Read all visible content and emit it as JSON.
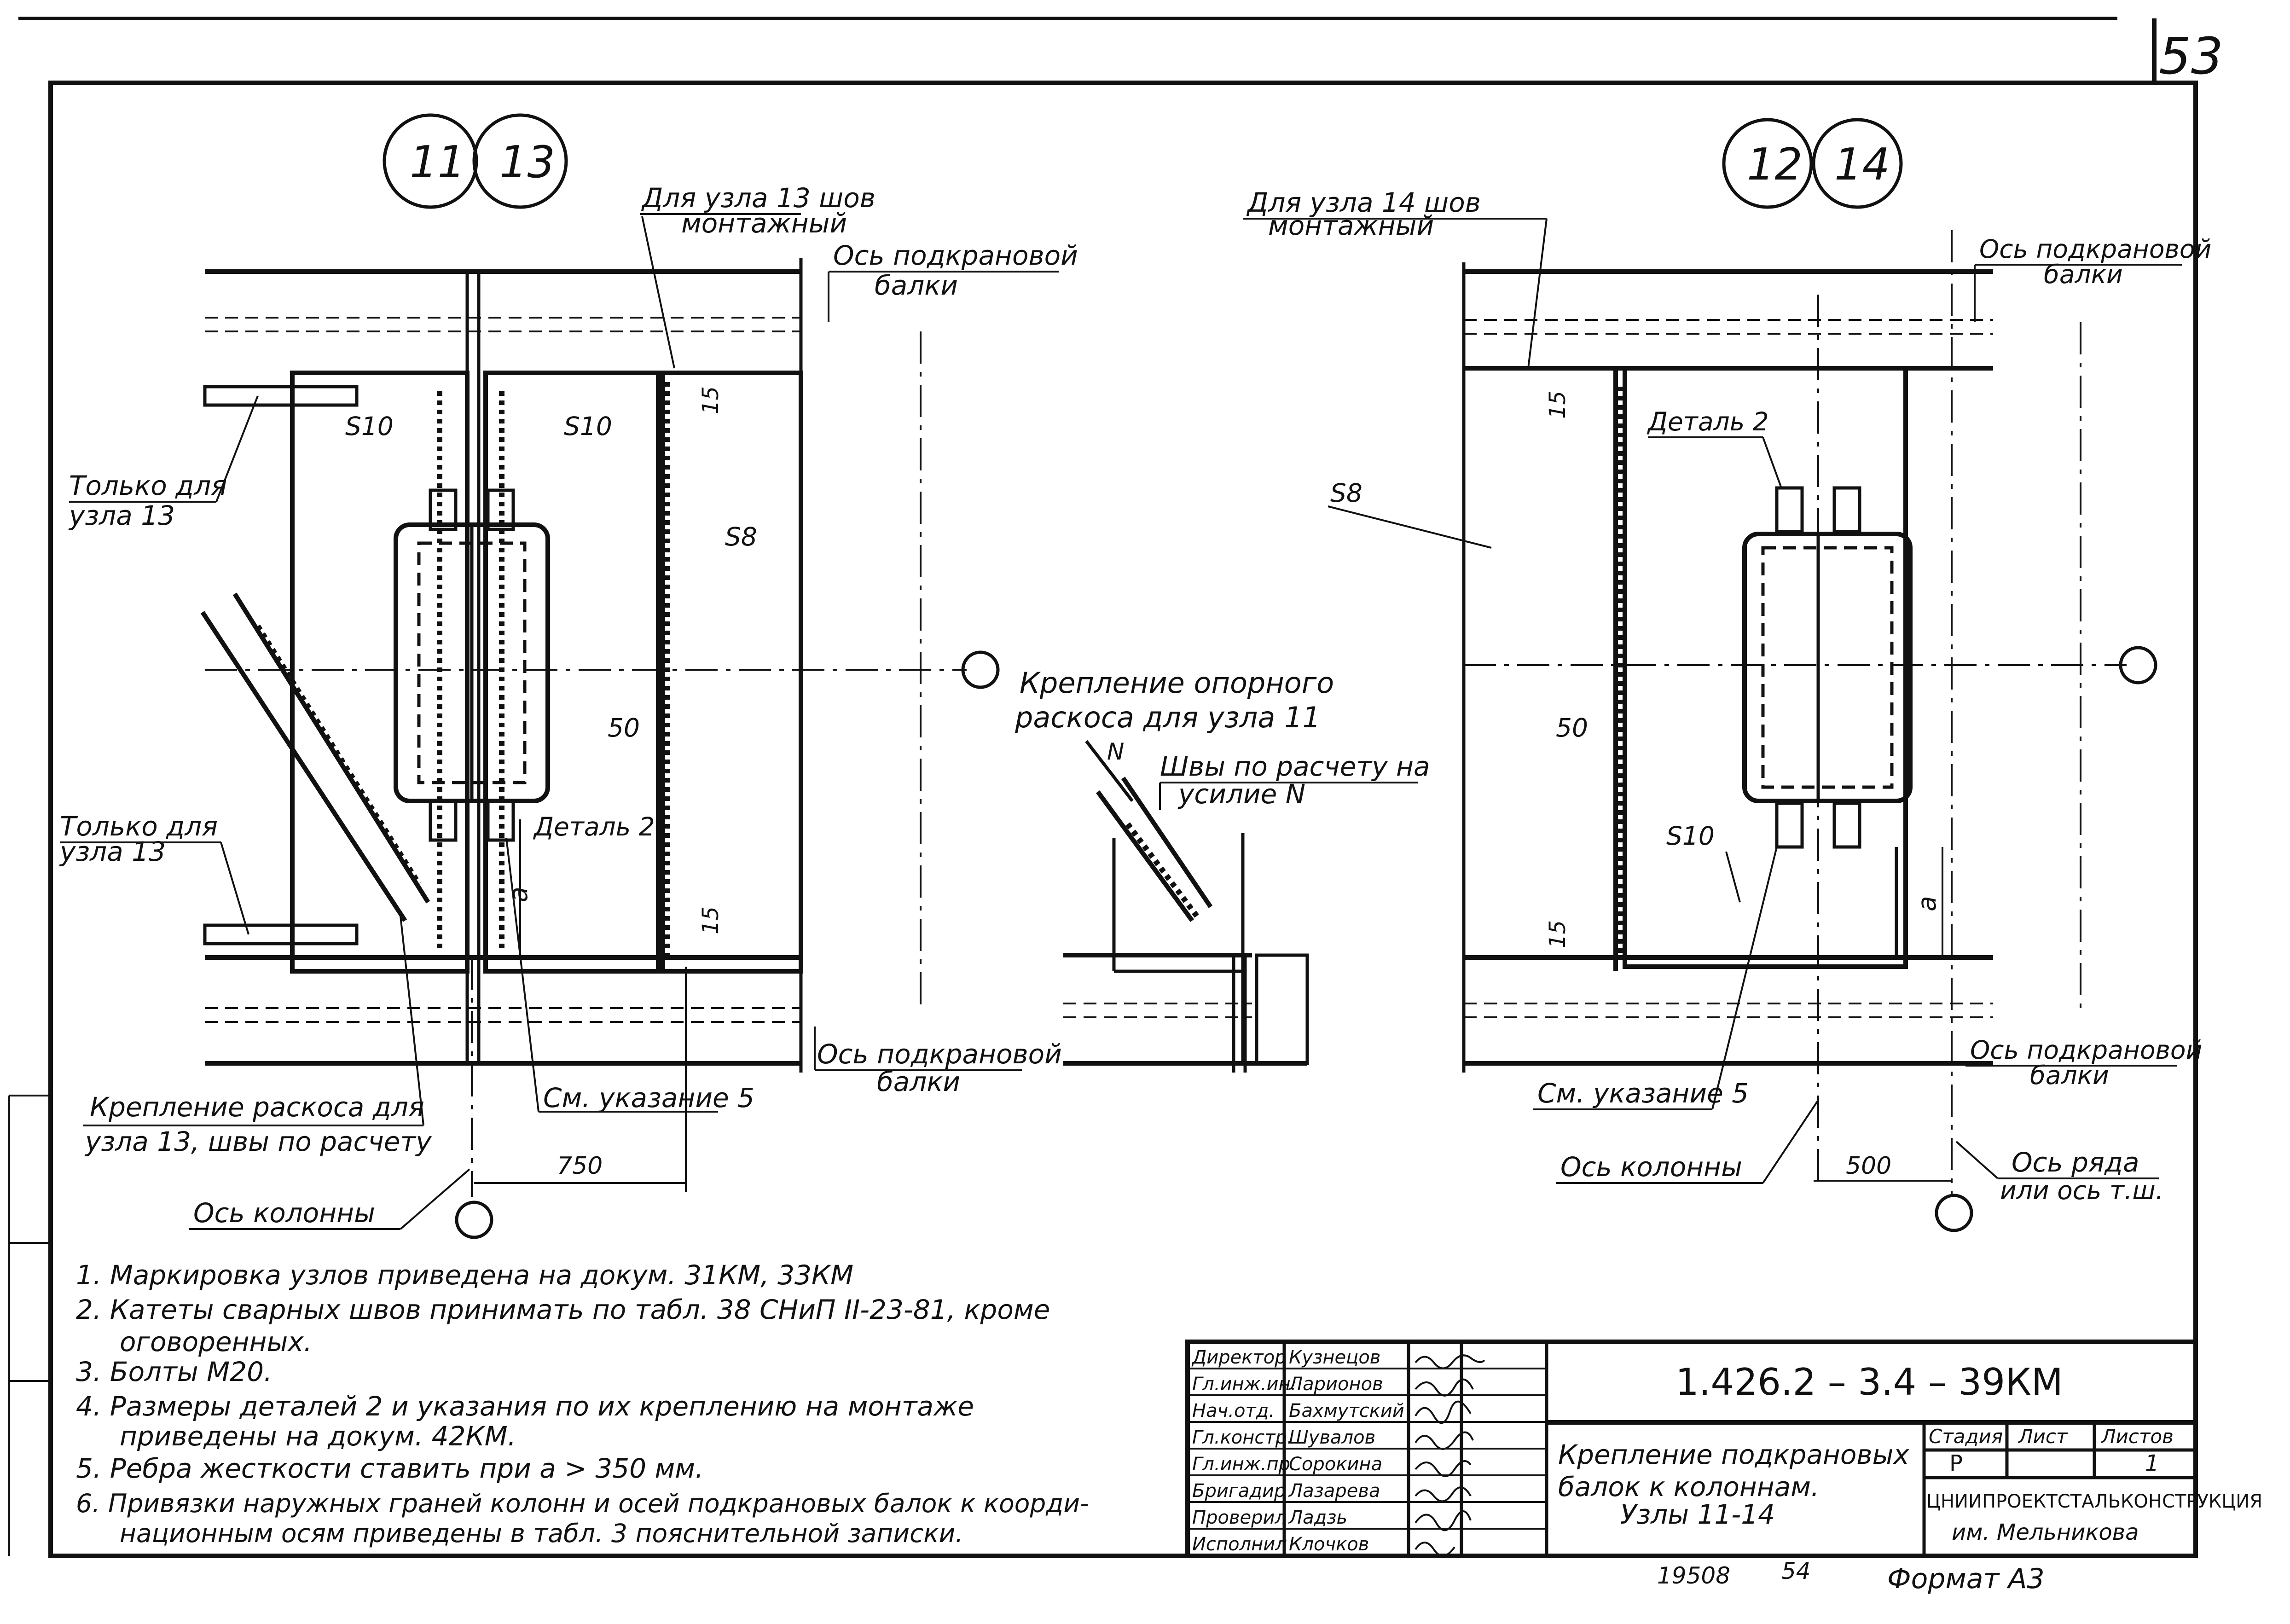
{
  "page": {
    "sheet_number": "53",
    "format": "Формат А3",
    "bottom_numbers": [
      "19508",
      "54"
    ]
  },
  "left_detail": {
    "node_a": "11",
    "node_b": "13",
    "seam_note_1": "Для узла 13 шов",
    "seam_note_2": "монтажный",
    "beam_axis_top_1": "Ось подкрановой",
    "beam_axis_top_2": "балки",
    "plate_s10_a": "S10",
    "plate_s10_b": "S10",
    "plate_s8": "S8",
    "only_node13_top_1": "Только для",
    "only_node13_top_2": "узла 13",
    "only_node13_bottom_1": "Только для",
    "only_node13_bottom_2": "узла 13",
    "dim_15_top": "15",
    "dim_15_bottom": "15",
    "dim_50": "50",
    "detail2": "Деталь 2",
    "dim_a": "a",
    "beam_axis_bottom_1": "Ось подкрановой",
    "beam_axis_bottom_2": "балки",
    "see_note5": "См. указание 5",
    "brace_note_1": "Крепление раскоса для",
    "brace_note_2": "узла 13, швы по расчету",
    "dim_750": "750",
    "column_axis": "Ось колонны"
  },
  "middle_detail": {
    "title_1": "Крепление опорного",
    "title_2": "раскоса для узла 11",
    "welds_1": "Швы по расчету на",
    "welds_2": "усилие N",
    "force": "N"
  },
  "right_detail": {
    "node_a": "12",
    "node_b": "14",
    "seam_note_1": "Для узла 14 шов",
    "seam_note_2": "монтажный",
    "beam_axis_top_1": "Ось подкрановой",
    "beam_axis_top_2": "балки",
    "plate_s8": "S8",
    "detail2": "Деталь 2",
    "dim_15_top": "15",
    "dim_15_bottom": "15",
    "dim_50": "50",
    "plate_s10": "S10",
    "dim_a": "a",
    "beam_axis_bottom_1": "Ось подкрановой",
    "beam_axis_bottom_2": "балки",
    "see_note5": "См. указание 5",
    "column_axis": "Ось колонны",
    "dim_500": "500",
    "row_axis_1": "Ось ряда",
    "row_axis_2": "или ось т.ш."
  },
  "notes": [
    "1.  Маркировка узлов приведена на докум. 31КМ, 33КМ",
    "2.  Катеты сварных швов принимать по табл. 38 СНиП II-23-81, кроме",
    "оговоренных.",
    "3.  Болты М20.",
    "4.  Размеры деталей 2 и указания по их креплению на монтаже",
    "приведены на докум. 42КМ.",
    "5.  Ребра жесткости ставить при a > 350 мм.",
    "6.  Привязки наружных граней колонн и осей подкрановых балок к коорди-",
    "национным осям приведены в табл. 3 пояснительной записки."
  ],
  "title_block": {
    "roles": [
      {
        "role": "Директор",
        "name": "Кузнецов"
      },
      {
        "role": "Гл.инж.ин.",
        "name": "Ларионов"
      },
      {
        "role": "Нач.отд.",
        "name": "Бахмутский"
      },
      {
        "role": "Гл.констр.",
        "name": "Шувалов"
      },
      {
        "role": "Гл.инж.пр.",
        "name": "Сорокина"
      },
      {
        "role": "Бригадир",
        "name": "Лазарева"
      },
      {
        "role": "Проверил",
        "name": "Ладзь"
      },
      {
        "role": "Исполнил",
        "name": "Клочков"
      }
    ],
    "doc_code": "1.426.2 – 3.4 – 39КМ",
    "title_lines": [
      "Крепление подкрановых",
      "балок к колоннам.",
      "Узлы 11-14"
    ],
    "stage_header": "Стадия",
    "sheet_header": "Лист",
    "sheets_header": "Листов",
    "stage_value": "Р",
    "sheets_value": "1",
    "org_name": "ЦНИИПРОЕКТСТАЛЬКОНСТРУКЦИЯ",
    "org_sub": "им. Мельникова"
  }
}
